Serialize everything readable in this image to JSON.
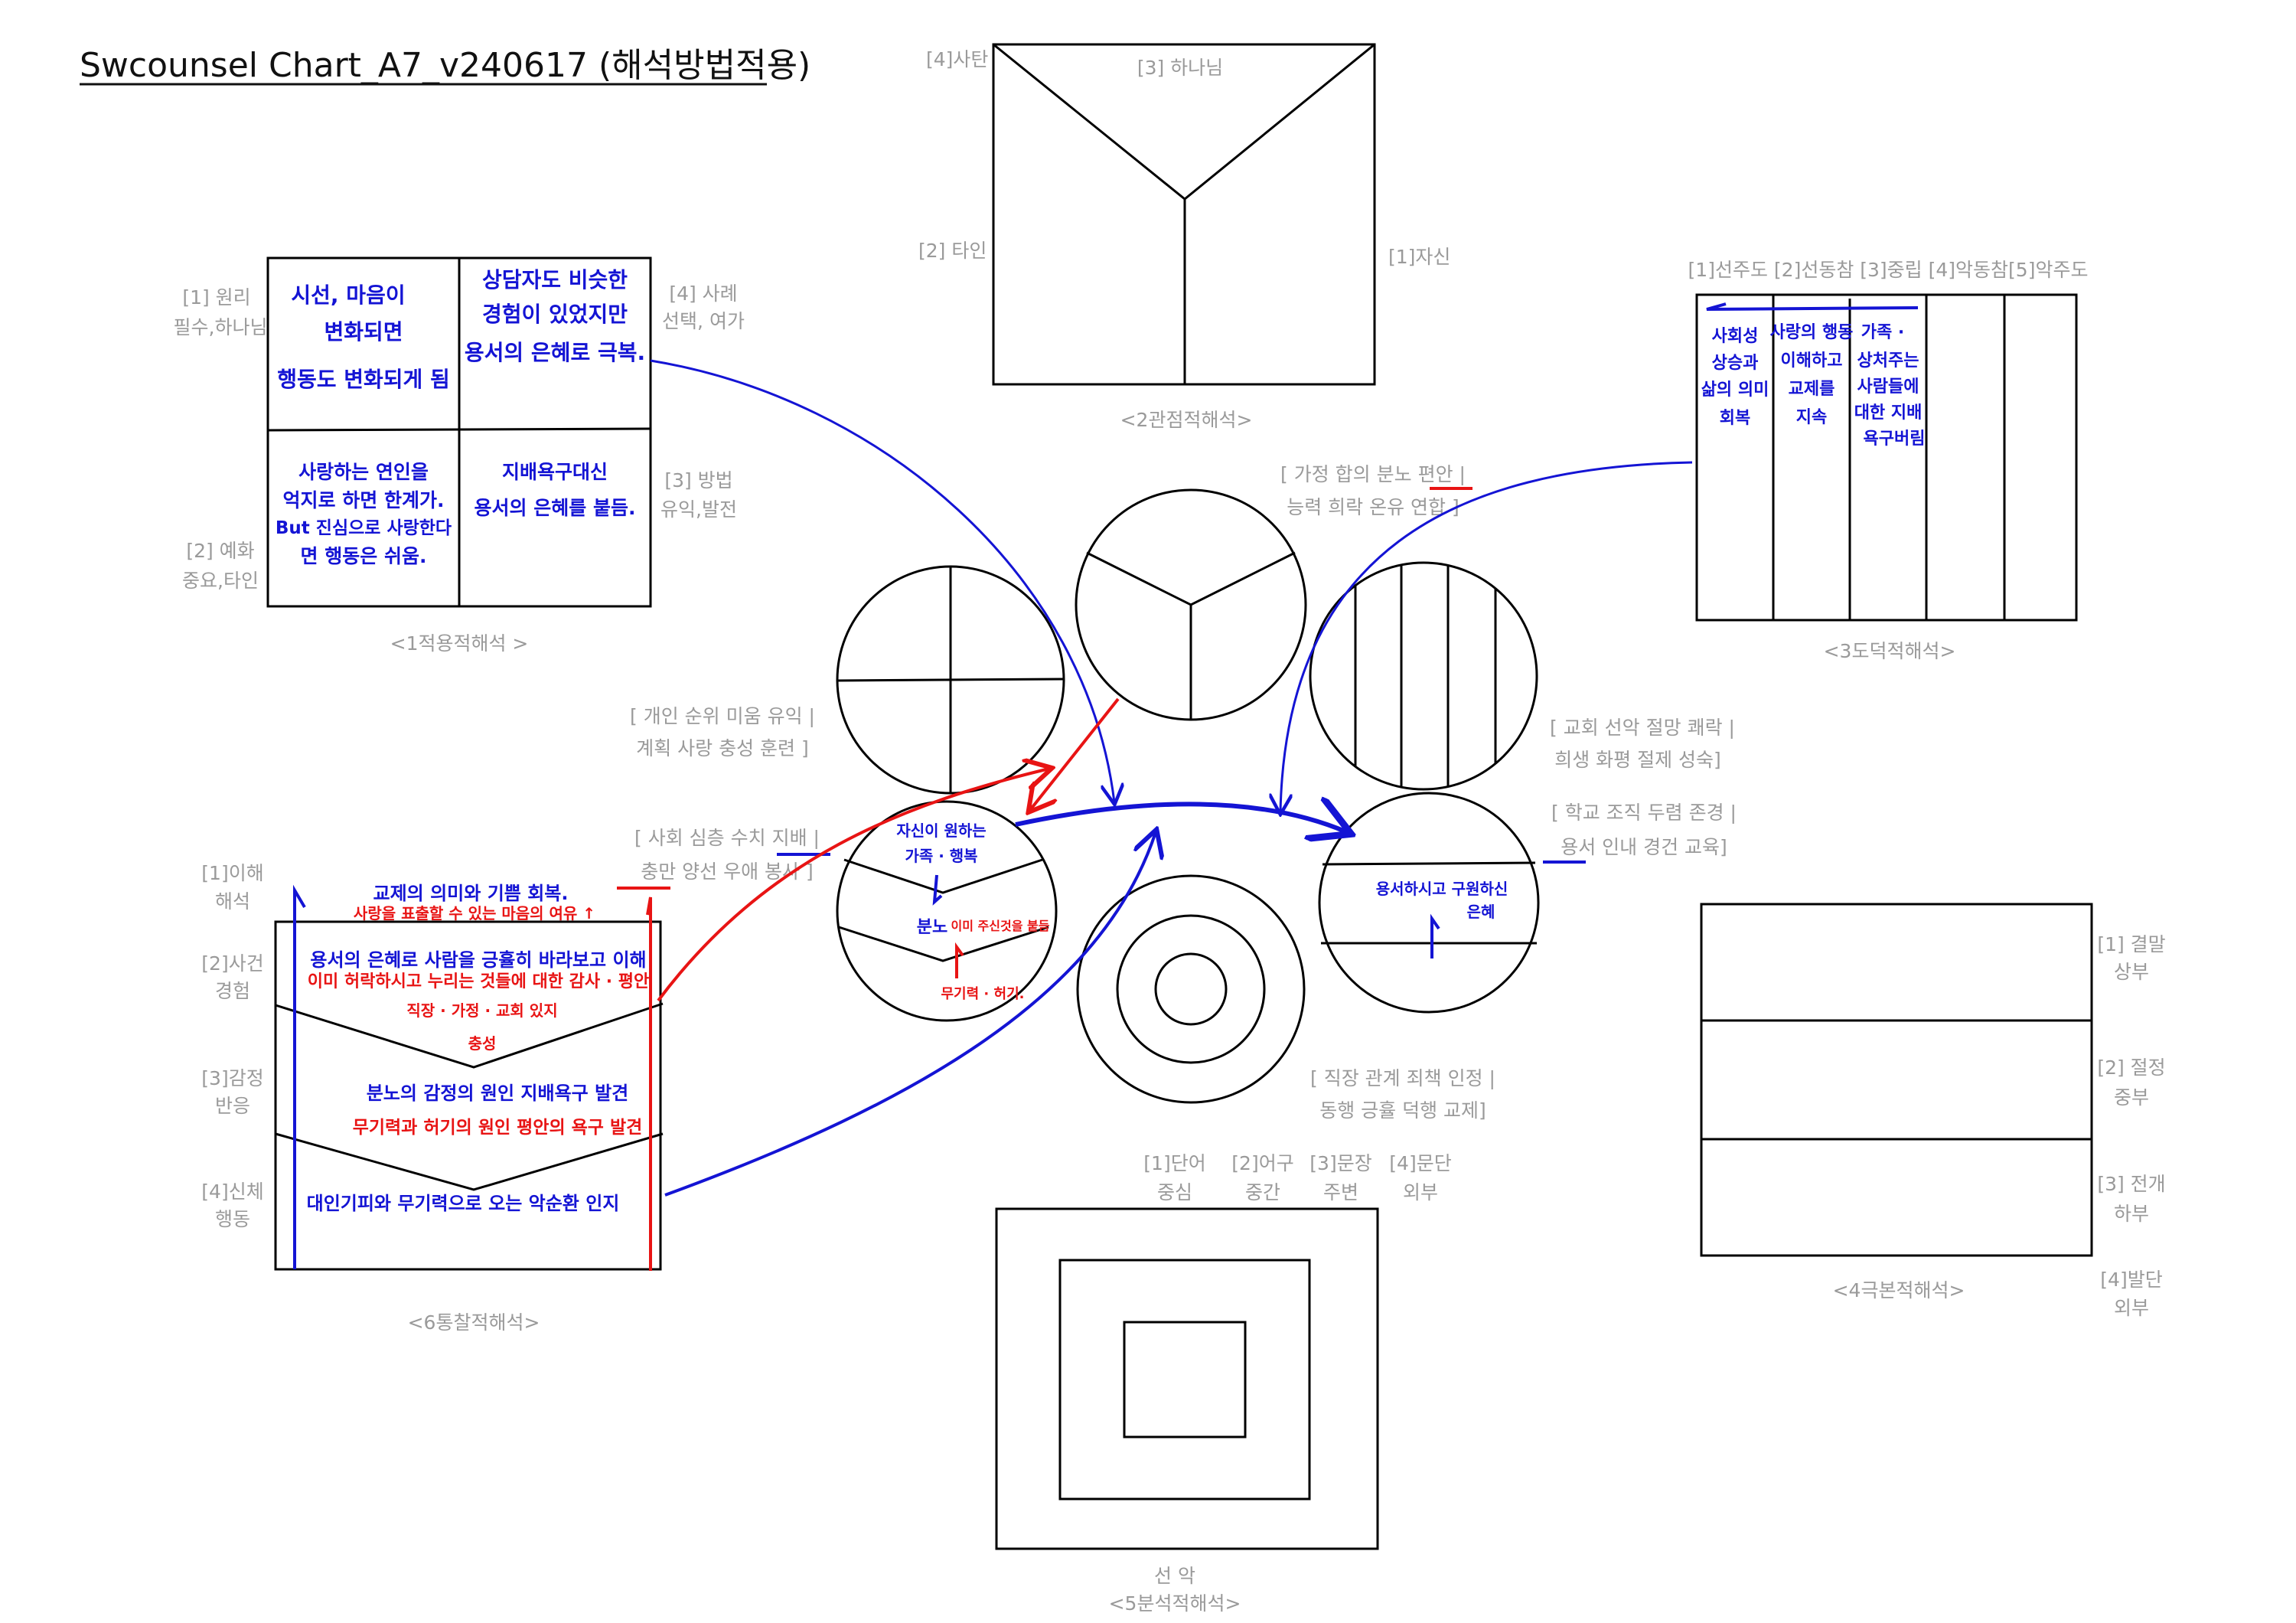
{
  "title": "Swcounsel Chart_A7_v240617 (해석방법적용)",
  "colors": {
    "pen_blue": "#1414d4",
    "pen_red": "#e81414",
    "label_gray": "#9a9a9a"
  },
  "box1": {
    "caption": "<1적용적해석 >",
    "labels": [
      "[1] 원리",
      "필수,하나님",
      "[2] 예화",
      "중요,타인",
      "[4] 사례",
      "선택, 여가",
      "[3] 방법",
      "유익,발전"
    ],
    "notes": [
      [
        "시선, 마음이",
        "변화되면",
        "행동도 변화되게 됨"
      ],
      [
        "상담자도 비슷한",
        "경험이 있었지만",
        "용서의 은혜로 극복."
      ],
      [
        "사랑하는 연인을",
        "억지로 하면 한계가.",
        "But 진심으로 사랑한다",
        "면 행동은 쉬움."
      ],
      [
        "지배욕구대신",
        "용서의 은혜를 붙듬."
      ]
    ]
  },
  "box2": {
    "caption": "<2관점적해석>",
    "labels": [
      "[4]사탄",
      "[3] 하나님",
      "[2] 타인",
      "[1]자신"
    ]
  },
  "box3": {
    "caption": "<3도덕적해석>",
    "header": "[1]선주도 [2]선동참 [3]중립 [4]악동참[5]악주도",
    "notes": [
      [
        "사회성",
        "상승과",
        "삶의 의미",
        "회복"
      ],
      [
        "사랑의 행동",
        "이해하고",
        "교제를",
        "지속"
      ],
      [
        "가족 ·",
        "상처주는",
        "사람들에",
        "대한 지배",
        "욕구버림"
      ]
    ]
  },
  "box4": {
    "caption": "<4극본적해석>",
    "labels": [
      "[1] 결말",
      "상부",
      "[2] 절정",
      "중부",
      "[3] 전개",
      "하부",
      "[4]발단",
      "외부"
    ]
  },
  "box5": {
    "caption": "<5분석적해석>",
    "sub": "선   악",
    "labels": [
      "[1]단어",
      "중심",
      "[2]어구",
      "중간",
      "[3]문장",
      "주변",
      "[4]문단",
      "외부"
    ]
  },
  "box6": {
    "caption": "<6통찰적해석>",
    "labels": [
      "[1]이해",
      "해석",
      "[2]사건",
      "경험",
      "[3]감정",
      "반응",
      "[4]신체",
      "행동"
    ],
    "notes_blue": [
      "교제의 의미와 기쁨 회복.",
      "용서의 은혜로 사람을 긍휼히 바라보고 이해",
      "분노의 감정의 원인 지배욕구 발견",
      "대인기피와 무기력으로 오는 악순환 인지"
    ],
    "notes_red": [
      "사랑을 표출할 수 있는 마음의 여유 ↑",
      "이미 허락하시고 누리는 것들에 대한 감사 · 평안",
      "직장 · 가정 · 교회 있지",
      "충성",
      "무기력과 허기의 원인 평안의 욕구 발견"
    ]
  },
  "brackets": {
    "family": [
      "[ 가정  합의  분노  편안 |",
      "능력  희락  온유  연합 ]"
    ],
    "personal": [
      "[ 개인  순위  미움  유익 |",
      "계획  사랑  충성  훈련 ]"
    ],
    "church": [
      "[ 교회  선악  절망  쾌락 |",
      "희생  화평  절제  성숙]"
    ],
    "school": [
      "[ 학교  조직  두렴  존경 |",
      "용서  인내  경건  교육]"
    ],
    "society": [
      "[ 사회  심층  수치  지배 |",
      "충만  양선  우애  봉사 ]"
    ],
    "work": [
      "[ 직장  관계  죄책  인정 |",
      "동행  긍휼  덕행  교제]"
    ]
  },
  "circle_notes": {
    "left_blue": [
      "자신이 원하는",
      "가족 · 행복",
      "분노"
    ],
    "left_red": [
      "이미 주신것을 붙듬",
      "무기력 · 허기."
    ],
    "right_blue": [
      "용서하시고 구원하신",
      "은혜"
    ]
  }
}
